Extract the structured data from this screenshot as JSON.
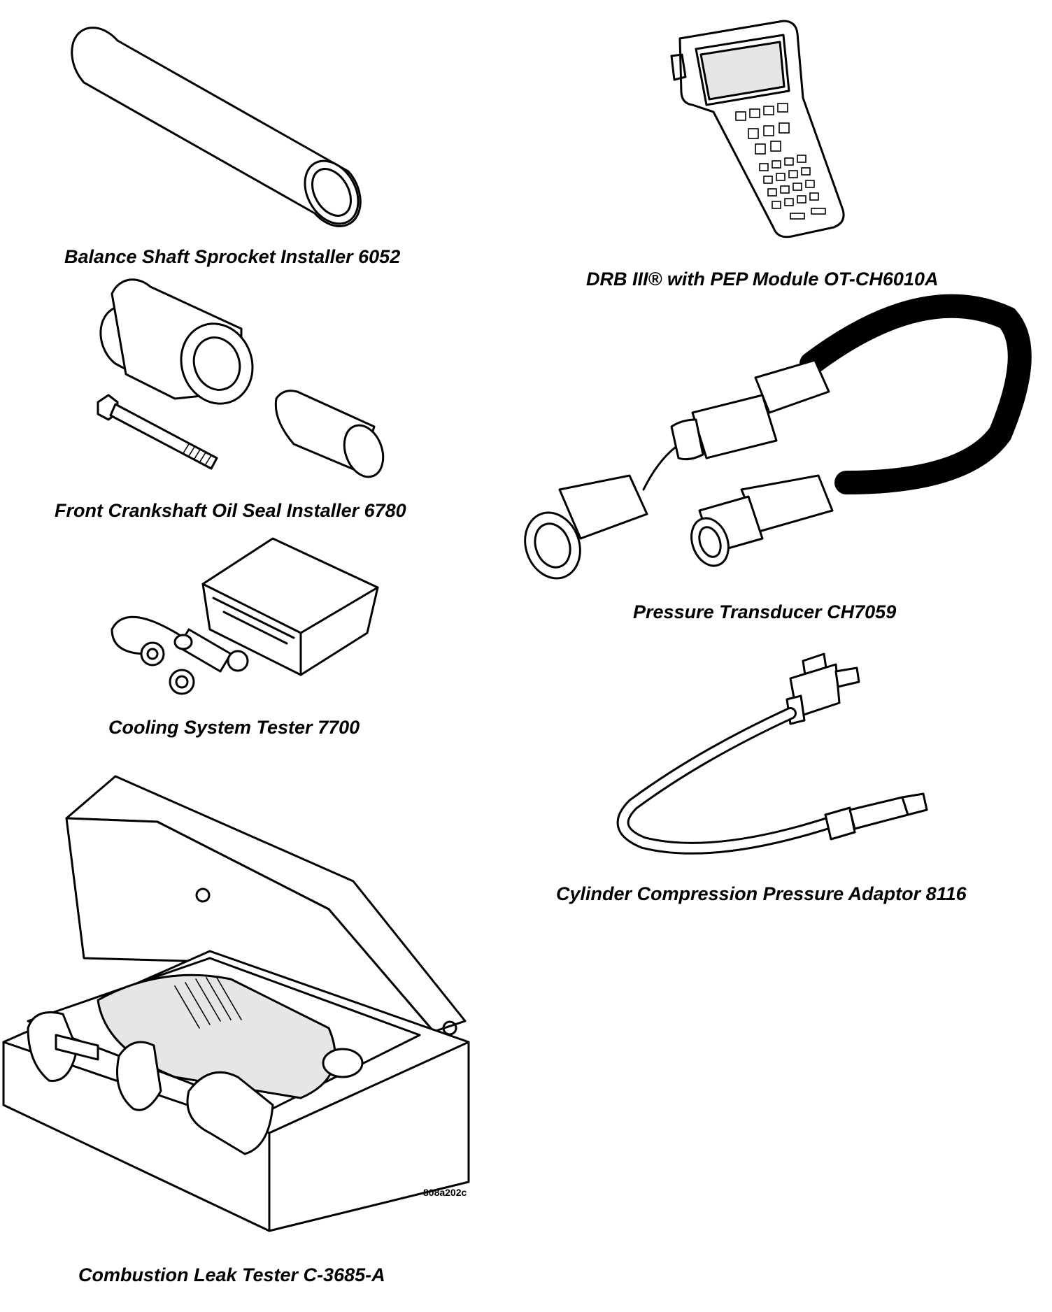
{
  "figure_code": "808a202c",
  "tools": [
    {
      "caption": "Balance Shaft Sprocket Installer 6052"
    },
    {
      "caption": "DRB III® with PEP Module OT-CH6010A"
    },
    {
      "caption": "Front Crankshaft Oil Seal Installer 6780"
    },
    {
      "caption": "Pressure Transducer CH7059"
    },
    {
      "caption": "Cooling System Tester 7700"
    },
    {
      "caption": "Cylinder Compression Pressure Adaptor 8116"
    },
    {
      "caption": "Combustion Leak Tester C-3685-A"
    }
  ]
}
